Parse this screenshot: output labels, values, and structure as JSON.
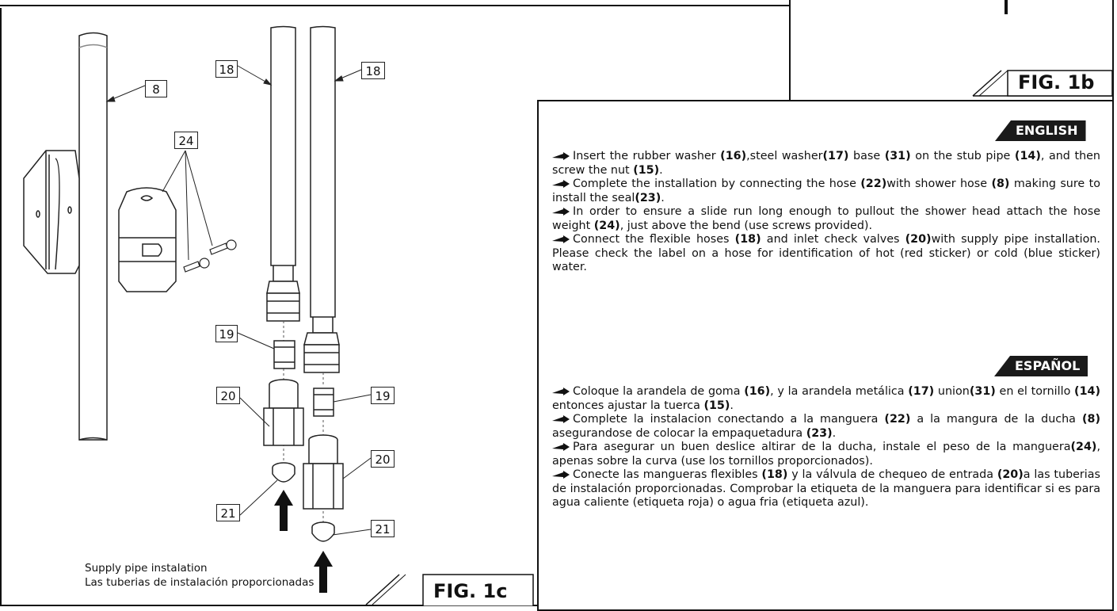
{
  "fig_labels": {
    "fig_1b": "FIG. 1b",
    "fig_1c": "FIG. 1c"
  },
  "parts": {
    "p8": "8",
    "p24": "24",
    "p18a": "18",
    "p18b": "18",
    "p19a": "19",
    "p19b": "19",
    "p20a": "20",
    "p20b": "20",
    "p21a": "21",
    "p21b": "21"
  },
  "caption": {
    "line1": "Supply pipe instalation",
    "line2": "Las tuberias de instalación proporcionadas"
  },
  "english": {
    "title": "ENGLISH",
    "paragraphs": [
      [
        {
          "t": "Insert the rubber washer "
        },
        {
          "b": "(16)"
        },
        {
          "t": ",steel washer"
        },
        {
          "b": "(17)"
        },
        {
          "t": " base "
        },
        {
          "b": "(31)"
        },
        {
          "t": " on the stub pipe "
        },
        {
          "b": "(14)"
        },
        {
          "t": ", and then screw the nut "
        },
        {
          "b": "(15)"
        },
        {
          "t": "."
        }
      ],
      [
        {
          "t": "Complete the installation by connecting the hose "
        },
        {
          "b": "(22)"
        },
        {
          "t": "with shower hose "
        },
        {
          "b": "(8)"
        },
        {
          "t": " making sure to install the seal"
        },
        {
          "b": "(23)"
        },
        {
          "t": "."
        }
      ],
      [
        {
          "t": "In order to ensure a slide run long enough to pullout the shower head attach the hose weight "
        },
        {
          "b": "(24)"
        },
        {
          "t": ", just above the bend (use screws provided)."
        }
      ],
      [
        {
          "t": "Connect the flexible hoses "
        },
        {
          "b": "(18)"
        },
        {
          "t": " and inlet check valves "
        },
        {
          "b": "(20)"
        },
        {
          "t": "with supply pipe installation. Please check the label on a hose for identification of hot (red sticker) or cold (blue sticker) water."
        }
      ]
    ]
  },
  "spanish": {
    "title": "ESPAÑOL",
    "paragraphs": [
      [
        {
          "t": "Coloque la arandela de goma "
        },
        {
          "b": "(16)"
        },
        {
          "t": ", y la arandela metálica "
        },
        {
          "b": "(17)"
        },
        {
          "t": " union"
        },
        {
          "b": "(31)"
        },
        {
          "t": " en el tornillo "
        },
        {
          "b": "(14)"
        },
        {
          "t": " entonces ajustar la tuerca "
        },
        {
          "b": "(15)"
        },
        {
          "t": "."
        }
      ],
      [
        {
          "t": "Complete la instalacion conectando a la manguera "
        },
        {
          "b": "(22)"
        },
        {
          "t": " a la mangura de la ducha "
        },
        {
          "b": "(8)"
        },
        {
          "t": " asegurandose de colocar la empaquetadura "
        },
        {
          "b": "(23)"
        },
        {
          "t": "."
        }
      ],
      [
        {
          "t": "Para asegurar un buen deslice altirar de la ducha, instale el peso de la manguera"
        },
        {
          "b": "(24)"
        },
        {
          "t": ", apenas sobre la curva (use los tornillos proporcionados)."
        }
      ],
      [
        {
          "t": "Conecte las mangueras flexibles "
        },
        {
          "b": "(18)"
        },
        {
          "t": " y la válvula de chequeo de entrada "
        },
        {
          "b": "(20)"
        },
        {
          "t": "a las tuberias de instalación proporcionadas. Comprobar la etiqueta de la manguera para identificar si es para agua caliente (etiqueta roja) o agua fria (etiqueta azul)."
        }
      ]
    ]
  }
}
